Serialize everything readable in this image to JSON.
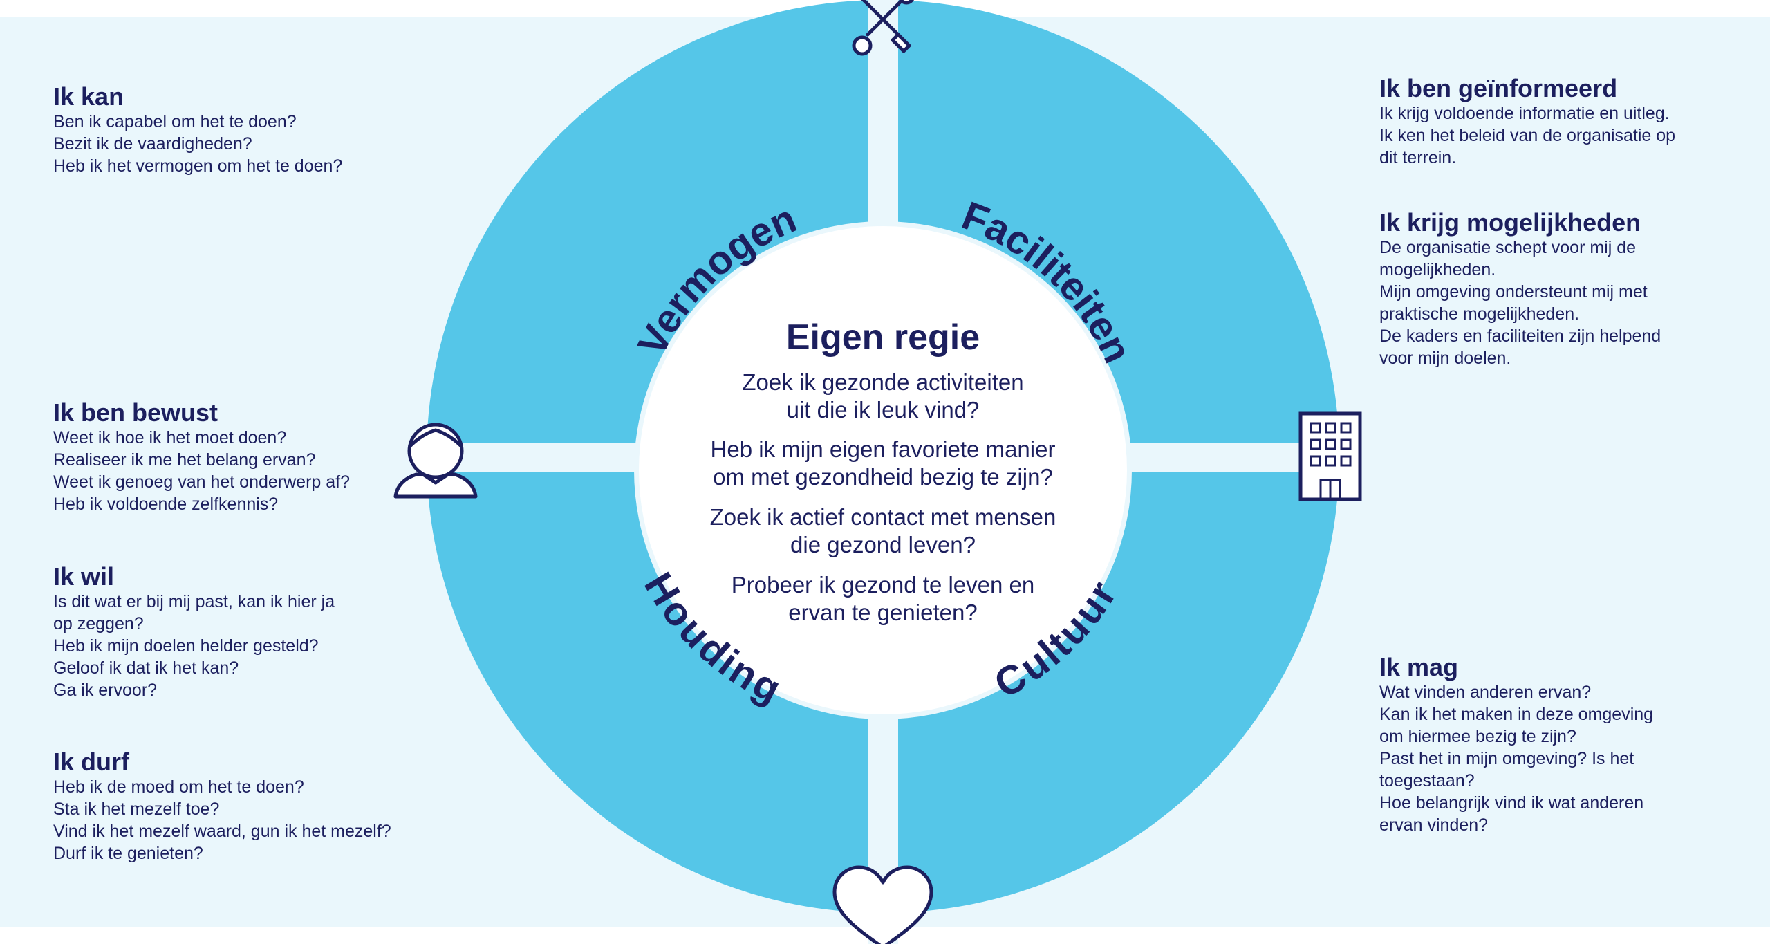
{
  "center": {
    "title": "Eigen regie",
    "questions": [
      [
        "Zoek ik gezonde activiteiten",
        "uit die ik leuk vind?"
      ],
      [
        "Heb ik mijn eigen favoriete manier",
        "om met gezondheid bezig te zijn?"
      ],
      [
        "Zoek ik actief contact met mensen",
        "die gezond leven?"
      ],
      [
        "Probeer ik gezond te leven en",
        "ervan te genieten?"
      ]
    ]
  },
  "quadrants": {
    "top_left": "Vermogen",
    "top_right": "Faciliteiten",
    "bottom_left": "Houding",
    "bottom_right": "Cultuur"
  },
  "icons": {
    "top": "tools-icon",
    "left": "person-icon",
    "right": "building-icon",
    "bottom": "heart-icon"
  },
  "left_blocks": [
    {
      "title": "Ik kan",
      "lines": [
        "Ben ik capabel om het te doen?",
        "Bezit ik de vaardigheden?",
        "Heb ik het vermogen om het te doen?"
      ]
    },
    {
      "title": "Ik ben bewust",
      "lines": [
        "Weet ik hoe ik het moet doen?",
        "Realiseer ik me het belang ervan?",
        "Weet ik genoeg van het onderwerp af?",
        "Heb ik voldoende zelfkennis?"
      ]
    },
    {
      "title": "Ik wil",
      "lines": [
        "Is dit wat er bij mij past, kan ik hier ja",
        "op zeggen?",
        "Heb ik mijn doelen helder gesteld?",
        "Geloof ik dat ik het kan?",
        "Ga ik ervoor?"
      ]
    },
    {
      "title": "Ik durf",
      "lines": [
        "Heb ik de moed om het te doen?",
        "Sta ik het mezelf toe?",
        "Vind ik het mezelf waard, gun ik het mezelf?",
        "Durf ik te genieten?"
      ]
    }
  ],
  "right_blocks": [
    {
      "title": "Ik ben geïnformeerd",
      "lines": [
        "Ik krijg voldoende informatie en uitleg.",
        "Ik ken het beleid van de organisatie op",
        "dit terrein."
      ]
    },
    {
      "title": "Ik krijg mogelijkheden",
      "lines": [
        "De organisatie schept voor mij de",
        "mogelijkheden.",
        "Mijn omgeving ondersteunt mij met",
        "praktische mogelijkheden.",
        "De kaders en faciliteiten zijn helpend",
        "voor mijn doelen."
      ]
    },
    {
      "title": "Ik mag",
      "lines": [
        "Wat vinden anderen ervan?",
        "Kan ik het maken in deze omgeving",
        "om hiermee bezig te zijn?",
        "Past het in mijn omgeving? Is het",
        "toegestaan?",
        "Hoe belangrijk vind ik wat anderen",
        "ervan vinden?"
      ]
    }
  ],
  "colors": {
    "navy": "#1c1f5e",
    "ring": "#55c6e8",
    "background": "#eaf7fc",
    "white": "#ffffff"
  }
}
